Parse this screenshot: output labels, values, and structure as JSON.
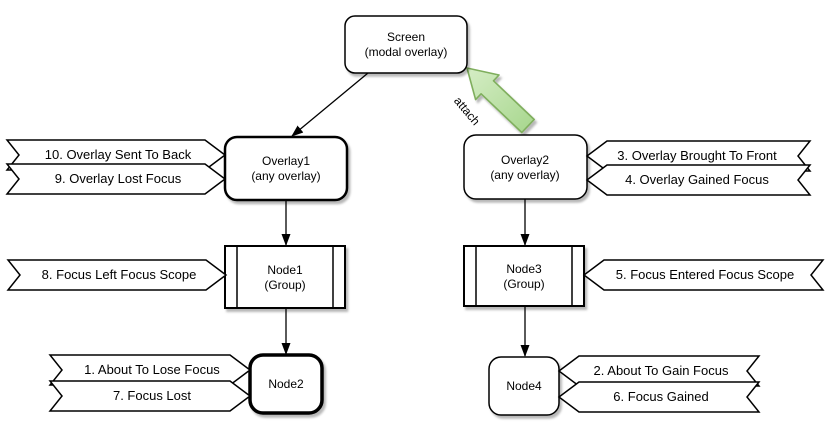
{
  "canvas": {
    "width": "831",
    "height": "431"
  },
  "colors": {
    "background": "#ffffff",
    "shape_fill": "#ffffff",
    "shape_stroke": "#000000",
    "attach_arrow_fill_light": "#d5edc5",
    "attach_arrow_fill_dark": "#a6d68c",
    "attach_arrow_stroke": "#7fae5d"
  },
  "nodes": {
    "screen": {
      "line1": "Screen",
      "line2": "(modal overlay)"
    },
    "overlay1": {
      "line1": "Overlay1",
      "line2": "(any overlay)"
    },
    "overlay2": {
      "line1": "Overlay2",
      "line2": "(any overlay)"
    },
    "node1": {
      "line1": "Node1",
      "line2": "(Group)"
    },
    "node2": {
      "label": "Node2"
    },
    "node3": {
      "line1": "Node3",
      "line2": "(Group)"
    },
    "node4": {
      "label": "Node4"
    }
  },
  "connectors": {
    "attach_label": "attach"
  },
  "events": {
    "overlay_sent_to_back": "10. Overlay Sent To Back",
    "overlay_lost_focus": "9. Overlay Lost Focus",
    "focus_left_focus_scope": "8. Focus Left Focus Scope",
    "about_to_lose_focus": "1. About To Lose Focus",
    "focus_lost": "7. Focus Lost",
    "overlay_brought_to_front": "3. Overlay Brought To Front",
    "overlay_gained_focus": "4. Overlay Gained Focus",
    "focus_entered_focus_scope": "5. Focus Entered Focus Scope",
    "about_to_gain_focus": "2. About To Gain Focus",
    "focus_gained": "6. Focus Gained"
  }
}
